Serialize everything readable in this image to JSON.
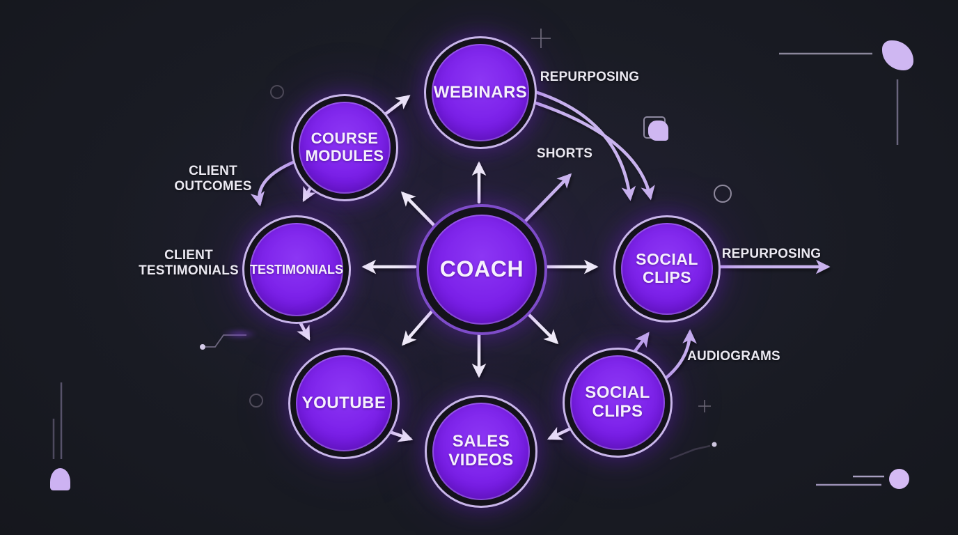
{
  "diagram_title_hint": "coach content repurposing flow",
  "nodes": {
    "coach": {
      "label": "COACH"
    },
    "webinars": {
      "label": "WEBINARS"
    },
    "course_modules": {
      "line1": "COURSE",
      "line2": "MODULES"
    },
    "testimonials": {
      "label": "TESTIMONIALS"
    },
    "youtube": {
      "label": "YOUTUBE"
    },
    "sales_videos": {
      "line1": "SALES",
      "line2": "VIDEOS"
    },
    "social_clips_bottom": {
      "line1": "SOCIAL",
      "line2": "CLIPS"
    },
    "social_clips_right": {
      "line1": "SOCIAL",
      "line2": "CLIPS"
    }
  },
  "labels": {
    "repurposing_top": "REPURPOSING",
    "shorts": "SHORTS",
    "client_outcomes": {
      "line1": "CLIENT",
      "line2": "OUTCOMES"
    },
    "client_testimonials": {
      "line1": "CLIENT",
      "line2": "TESTIMONIALS"
    },
    "audiograms": "AUDIOGRAMS",
    "repurposing_right": "REPURPOSING"
  },
  "edges": [
    {
      "from": "coach",
      "to": "webinars",
      "style": "white-straight"
    },
    {
      "from": "coach",
      "to": "course_modules",
      "style": "white-straight"
    },
    {
      "from": "coach",
      "to": "testimonials",
      "style": "white-straight"
    },
    {
      "from": "coach",
      "to": "youtube",
      "style": "white-straight"
    },
    {
      "from": "coach",
      "to": "sales_videos",
      "style": "white-straight"
    },
    {
      "from": "coach",
      "to": "social_clips_bottom",
      "style": "white-straight"
    },
    {
      "from": "coach",
      "to": "social_clips_right",
      "style": "white-straight"
    },
    {
      "from": "coach",
      "to": "upper-right",
      "style": "lavender-straight",
      "label": "SHORTS"
    },
    {
      "from": "course_modules",
      "to": "webinars",
      "style": "white-straight"
    },
    {
      "from": "course_modules",
      "to": "testimonials",
      "style": "white-straight"
    },
    {
      "from": "course_modules",
      "to": "testimonials",
      "style": "lavender-curved",
      "label": "CLIENT OUTCOMES"
    },
    {
      "from": "testimonials",
      "to": "youtube",
      "style": "white-straight"
    },
    {
      "from": "youtube",
      "to": "sales_videos",
      "style": "white-straight"
    },
    {
      "from": "social_clips_bottom",
      "to": "sales_videos",
      "style": "white-straight"
    },
    {
      "from": "webinars",
      "to": "social_clips_right",
      "style": "lavender-curved-double",
      "label": "REPURPOSING"
    },
    {
      "from": "social_clips_bottom",
      "to": "social_clips_right",
      "style": "lavender-double",
      "label": "AUDIOGRAMS"
    },
    {
      "from": "social_clips_right",
      "to": "right-edge",
      "style": "lavender-straight",
      "label": "REPURPOSING"
    }
  ],
  "colors": {
    "background": "#17181F",
    "node_fill": "#7B1FE9",
    "node_dark_ring": "#14121B",
    "satellite_outer_ring": "#C9B6EA",
    "hub_outer_ring": "#7E4CC9",
    "node_text": "#F6F0FD",
    "label_text": "#EBE9F2",
    "arrow_white": "#F2EFF8",
    "arrow_lavender": "#C9B3EE",
    "accent_shape": "#CFB7F2",
    "faint_line": "#57526A"
  },
  "decorative_icons": [
    "plus-crosshair-top",
    "plus-crosshair-lower-right",
    "circle-outline-upper-left",
    "circle-outline-mid-right",
    "circle-outline-lower-left",
    "layers-icon",
    "leaf-shape-top-right",
    "blob-shape-bottom-left",
    "filled-circle-bottom-right",
    "speed-lines-bottom-right",
    "vertical-lines-bottom-left",
    "horizontal-line-top-right",
    "vertical-line-top-right",
    "circuit-trace-left",
    "circuit-trace-bottom-right"
  ]
}
